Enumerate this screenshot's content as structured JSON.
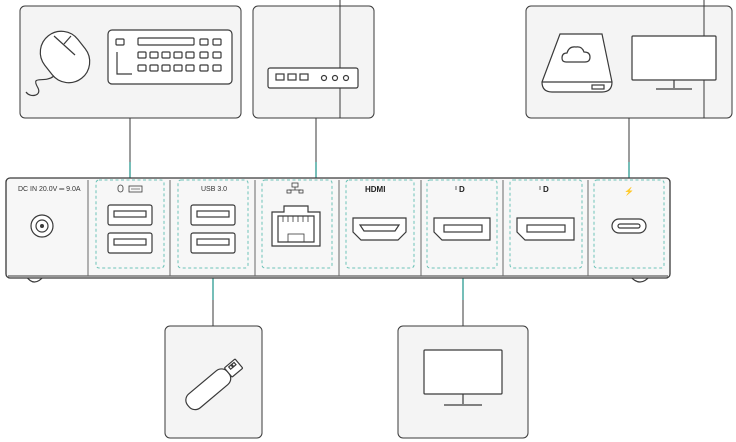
{
  "dock": {
    "power_label": "DC IN 20.0V ═ 9.0A",
    "usb3_label": "USB 3.0",
    "hdmi_label": "HDMI",
    "dp_symbol": "D",
    "thunderbolt_symbol": "⚡"
  },
  "icons": {
    "input_devices": [
      "mouse-icon",
      "keyboard-icon"
    ],
    "network": [
      "router-icon"
    ],
    "storage_display": [
      "external-drive-icon",
      "monitor-icon"
    ],
    "usb": [
      "usb-flash-drive-icon"
    ],
    "display": [
      "monitor-icon"
    ]
  },
  "colors": {
    "accent": "#3aa39a",
    "dashed": "#6ec3b8",
    "outline": "#3a3a3a",
    "callout_fill": "#f4f4f4",
    "dock_fill": "#f7f7f7"
  }
}
